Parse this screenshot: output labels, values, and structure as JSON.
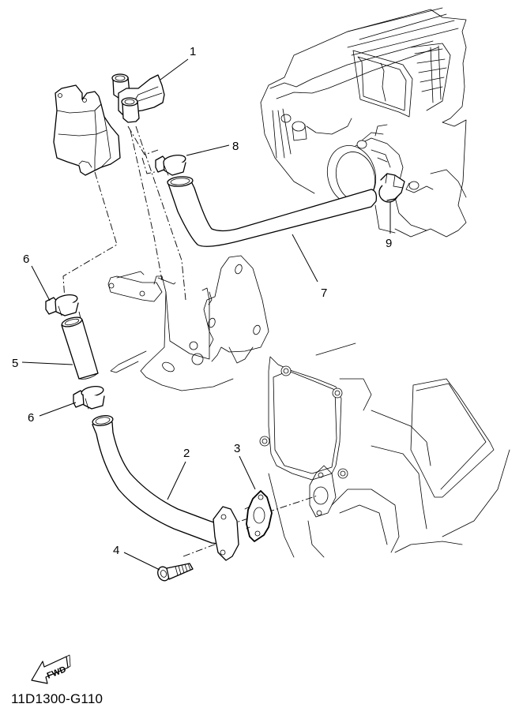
{
  "diagram": {
    "type": "exploded-parts-diagram",
    "subject": "Air induction system (reed valve / air cut valve and hoses)",
    "drawing_code": "11D1300-G110",
    "direction_indicator": "FWD",
    "callouts": [
      {
        "number": "1",
        "part": "air cut valve assembly"
      },
      {
        "number": "2",
        "part": "air induction pipe"
      },
      {
        "number": "3",
        "part": "gasket / reed plate"
      },
      {
        "number": "4",
        "part": "bolt"
      },
      {
        "number": "5",
        "part": "hose (short)"
      },
      {
        "number": "6",
        "part": "hose clamp"
      },
      {
        "number": "6",
        "part": "hose clamp"
      },
      {
        "number": "7",
        "part": "hose (bent)"
      },
      {
        "number": "8",
        "part": "hose clamp"
      },
      {
        "number": "9",
        "part": "hose clamp"
      }
    ]
  }
}
